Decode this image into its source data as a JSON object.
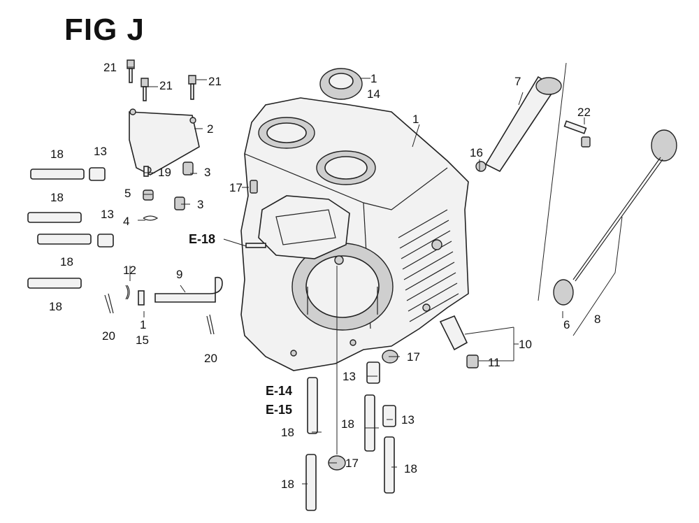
{
  "figure": {
    "title": "FIG J"
  },
  "labels": {
    "l1": "1",
    "l14": "14",
    "l1b": "1",
    "l7": "7",
    "l22": "22",
    "l16": "16",
    "l21a": "21",
    "l21b": "21",
    "l21c": "21",
    "l2": "2",
    "l18a": "18",
    "l13a": "13",
    "l19": "19",
    "l3a": "3",
    "l5": "5",
    "l3b": "3",
    "l17a": "17",
    "l4": "4",
    "l18b": "18",
    "l13b": "13",
    "l18c": "18",
    "l18d": "18",
    "l12": "12",
    "l9": "9",
    "l1c": "1",
    "l15": "15",
    "l20a": "20",
    "l20b": "20",
    "l6": "6",
    "l8": "8",
    "l10": "10",
    "l11": "11",
    "l17b": "17",
    "l13c": "13",
    "l18e": "18",
    "l13d": "13",
    "l18f": "18",
    "l17c": "17",
    "l18g": "18",
    "l18h": "18"
  },
  "refs": {
    "e18": "E-18",
    "e14": "E-14",
    "e15": "E-15"
  }
}
